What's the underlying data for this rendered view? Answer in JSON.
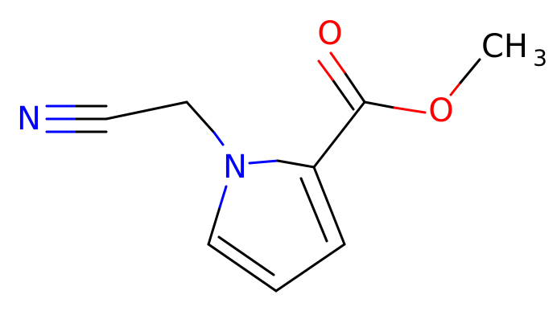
{
  "molecule": {
    "atoms": {
      "n_nitrile": {
        "label": "N",
        "color": "#0000FF"
      },
      "n_ring": {
        "label": "N",
        "color": "#0000FF"
      },
      "o_carbonyl": {
        "label": "O",
        "color": "#FF0000"
      },
      "o_ester": {
        "label": "O",
        "color": "#FF0000"
      },
      "methyl": {
        "label": "CH",
        "sub": "3",
        "color": "#000000"
      }
    },
    "bond_color": "#000000"
  }
}
